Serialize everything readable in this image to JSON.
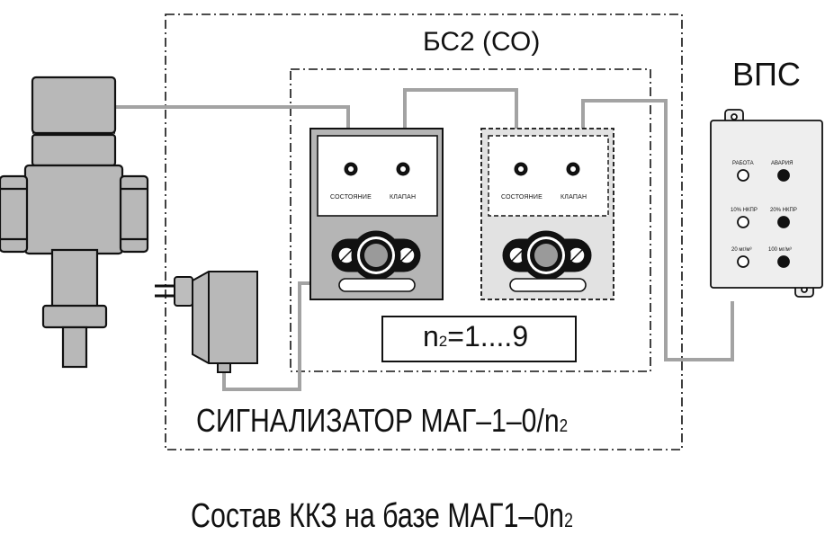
{
  "diagram": {
    "title_main": "Состав ККЗ на базе МАГ1–0n",
    "title_sub": "2",
    "bs2_label": "БС2 (СО)",
    "vps_label": "ВПС",
    "system_label_main": "СИГНАЛИЗАТОР МАГ–1–0/n",
    "system_label_sub": "2",
    "count_label_n": "n",
    "count_label_sub": "2",
    "count_label_range": "=1....9"
  },
  "module_primary": {
    "indicator_left": "СОСТОЯНИЕ",
    "indicator_right": "КЛАПАН"
  },
  "module_secondary": {
    "indicator_left": "СОСТОЯНИЕ",
    "indicator_right": "КЛАПАН"
  },
  "vps_panel": {
    "led_work": "РАБОТА",
    "led_alarm": "АВАРИЯ",
    "led_10": "10% НКПР",
    "led_20": "20% НКПР",
    "led_20mg": "20 мг/м³",
    "led_100mg": "100 мг/м³"
  },
  "colors": {
    "stroke": "#111111",
    "wire": "#a3a3a3",
    "module_body": "#b5b5b5",
    "module_body_light": "#e2e2e2",
    "device_body": "#b8b8b8",
    "vps_body": "#eeeeee"
  }
}
